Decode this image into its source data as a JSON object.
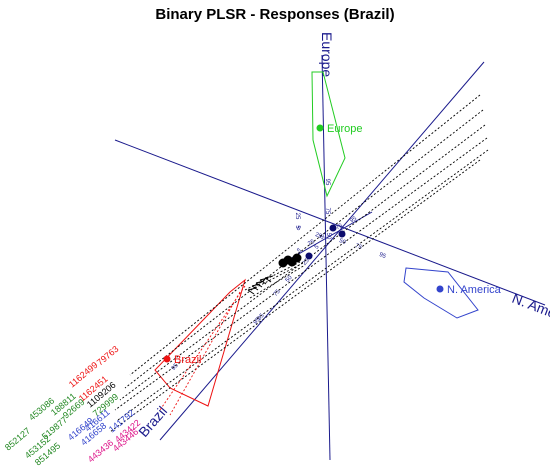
{
  "chart_data": {
    "type": "scatter",
    "title": "Binary PLSR - Responses (Brazil)",
    "colors": {
      "axis": "#1a1a8c",
      "europe": "#22cc22",
      "brazil": "#ee1111",
      "namerica": "#3344cc",
      "green_samples": "#228822",
      "magenta_samples": "#dd1188",
      "black": "#000000"
    },
    "axes": [
      {
        "name": "Europe",
        "ticks": [
          "95",
          "75",
          "50",
          "25",
          "5"
        ]
      },
      {
        "name": "N. America",
        "ticks": [
          "5",
          "25",
          "50",
          "75",
          "95"
        ]
      },
      {
        "name": "Brazil",
        "ticks": [
          "5",
          "25",
          "50",
          "75",
          "95"
        ]
      },
      {
        "name": "",
        "ticks": [
          "5",
          "25",
          "50",
          "75",
          "95"
        ]
      }
    ],
    "groups": [
      {
        "name": "Europe",
        "color": "#22cc22"
      },
      {
        "name": "Brazil",
        "color": "#ee1111"
      },
      {
        "name": "N. America",
        "color": "#3344cc"
      }
    ],
    "samples": [
      {
        "id": "1162499",
        "color": "#ee1111"
      },
      {
        "id": "79763",
        "color": "#ee1111"
      },
      {
        "id": "1162451",
        "color": "#ee1111"
      },
      {
        "id": "1109206",
        "color": "#000000"
      },
      {
        "id": "453086",
        "color": "#228822"
      },
      {
        "id": "188811",
        "color": "#228822"
      },
      {
        "id": "92669",
        "color": "#228822"
      },
      {
        "id": "729999",
        "color": "#228822"
      },
      {
        "id": "852127",
        "color": "#228822"
      },
      {
        "id": "519877",
        "color": "#228822"
      },
      {
        "id": "416611",
        "color": "#3344cc"
      },
      {
        "id": "453152",
        "color": "#228822"
      },
      {
        "id": "416649",
        "color": "#3344cc"
      },
      {
        "id": "141792",
        "color": "#3344cc"
      },
      {
        "id": "851495",
        "color": "#228822"
      },
      {
        "id": "416658",
        "color": "#3344cc"
      },
      {
        "id": "443422",
        "color": "#dd1188"
      },
      {
        "id": "443436",
        "color": "#dd1188"
      },
      {
        "id": "443446",
        "color": "#dd1188"
      }
    ]
  }
}
